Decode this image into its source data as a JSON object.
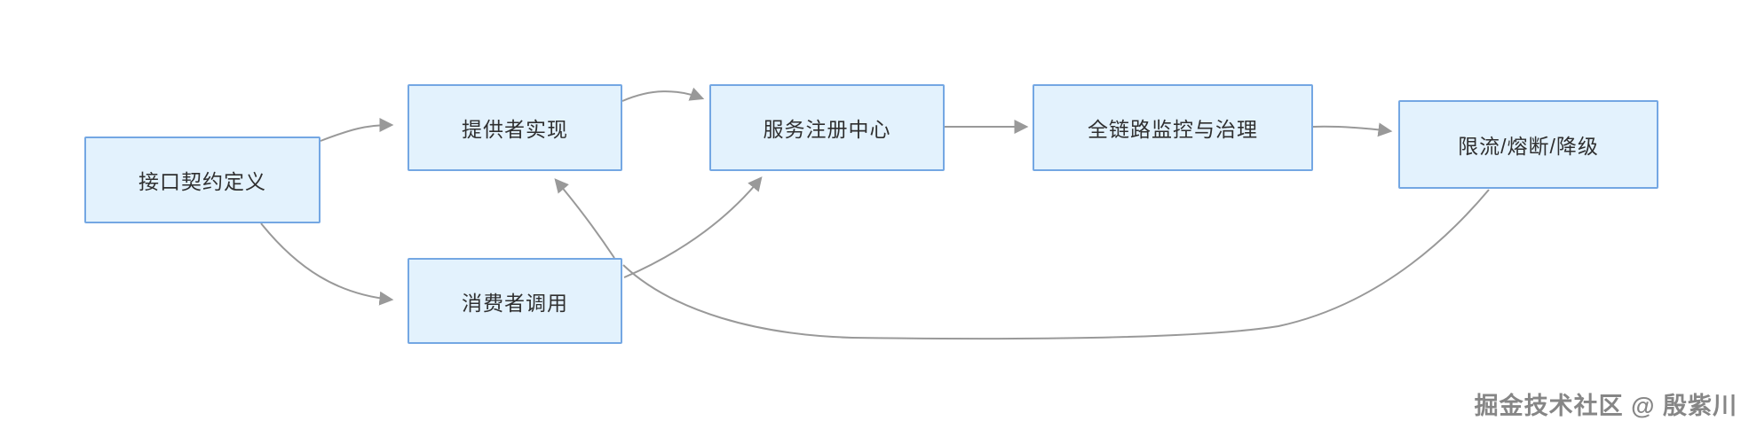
{
  "diagram": {
    "type": "flowchart",
    "direction": "left-to-right",
    "nodes": [
      {
        "id": "contract",
        "label": "接口契约定义"
      },
      {
        "id": "provider",
        "label": "提供者实现"
      },
      {
        "id": "consumer",
        "label": "消费者调用"
      },
      {
        "id": "registry",
        "label": "服务注册中心"
      },
      {
        "id": "monitor",
        "label": "全链路监控与治理"
      },
      {
        "id": "limit",
        "label": "限流/熔断/降级"
      }
    ],
    "edges": [
      {
        "from": "接口契约定义",
        "to": "提供者实现",
        "arrowhead": true
      },
      {
        "from": "接口契约定义",
        "to": "消费者调用",
        "arrowhead": true
      },
      {
        "from": "提供者实现",
        "to": "服务注册中心",
        "arrowhead": true
      },
      {
        "from": "消费者调用",
        "to": "提供者实现",
        "arrowhead": true
      },
      {
        "from": "消费者调用",
        "to": "服务注册中心",
        "arrowhead": true
      },
      {
        "from": "服务注册中心",
        "to": "全链路监控与治理",
        "arrowhead": true
      },
      {
        "from": "全链路监控与治理",
        "to": "限流/熔断/降级",
        "arrowhead": true
      },
      {
        "from": "限流/熔断/降级",
        "to": "消费者调用",
        "arrowhead": false
      }
    ],
    "colors": {
      "node_fill": "#e3f2fd",
      "node_border": "#74a7e3",
      "edge": "#999999",
      "text": "#2f2f2f",
      "background": "#ffffff",
      "watermark_text": "#808080"
    }
  },
  "watermark": {
    "text": "掘金技术社区 @ 殷紫川"
  }
}
